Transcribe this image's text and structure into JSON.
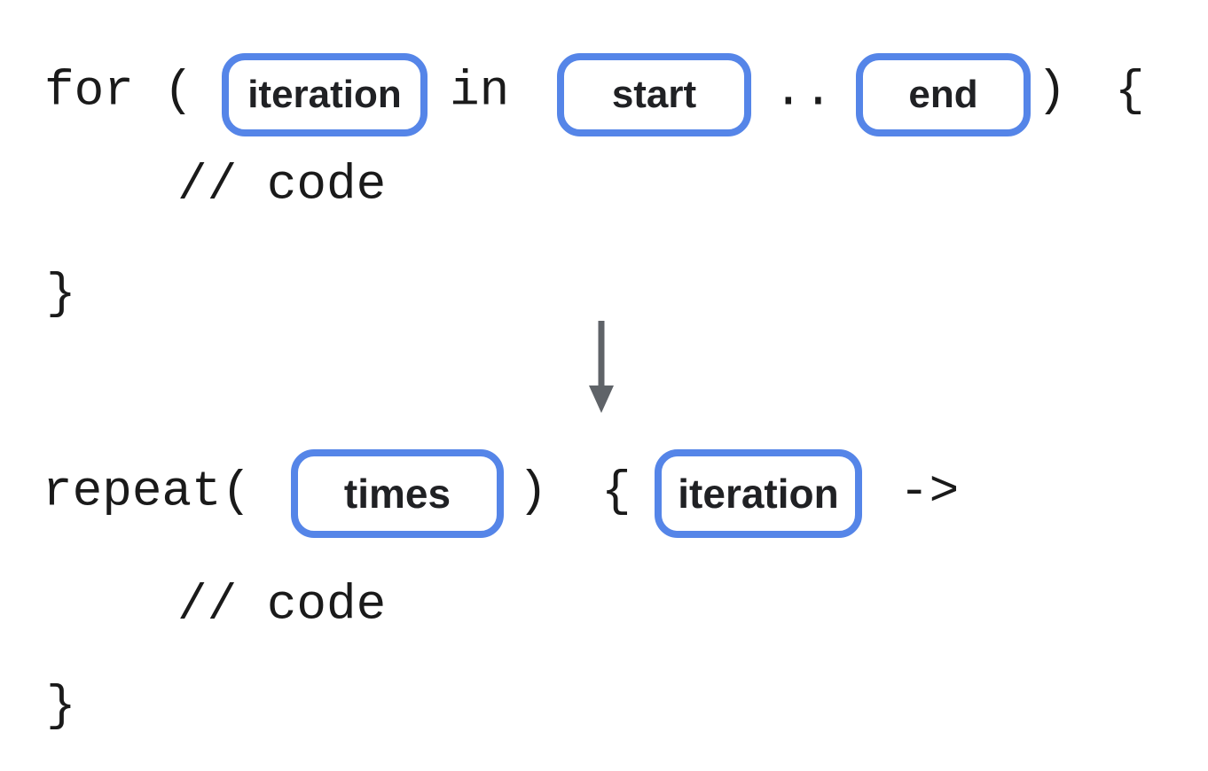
{
  "palette": {
    "background": "#ffffff",
    "slot_border": "#5585e8",
    "code_text": "#1a1a1a",
    "label_text": "#202124",
    "arrow_color": "#5f6368"
  },
  "for_snippet": {
    "keyword": "for (",
    "in_operator": "in",
    "range_operator": "..",
    "close_paren": ")",
    "open_brace": "{",
    "slots": {
      "iteration": "iteration",
      "start": "start",
      "end": "end"
    },
    "comment": "// code",
    "close_brace": "}"
  },
  "transform_arrow": {
    "direction": "down"
  },
  "repeat_snippet": {
    "keyword": "repeat(",
    "close_paren": ")",
    "open_brace": "{",
    "lambda_arrow": "->",
    "slots": {
      "times": "times",
      "iteration": "iteration"
    },
    "comment": "// code",
    "close_brace": "}"
  }
}
